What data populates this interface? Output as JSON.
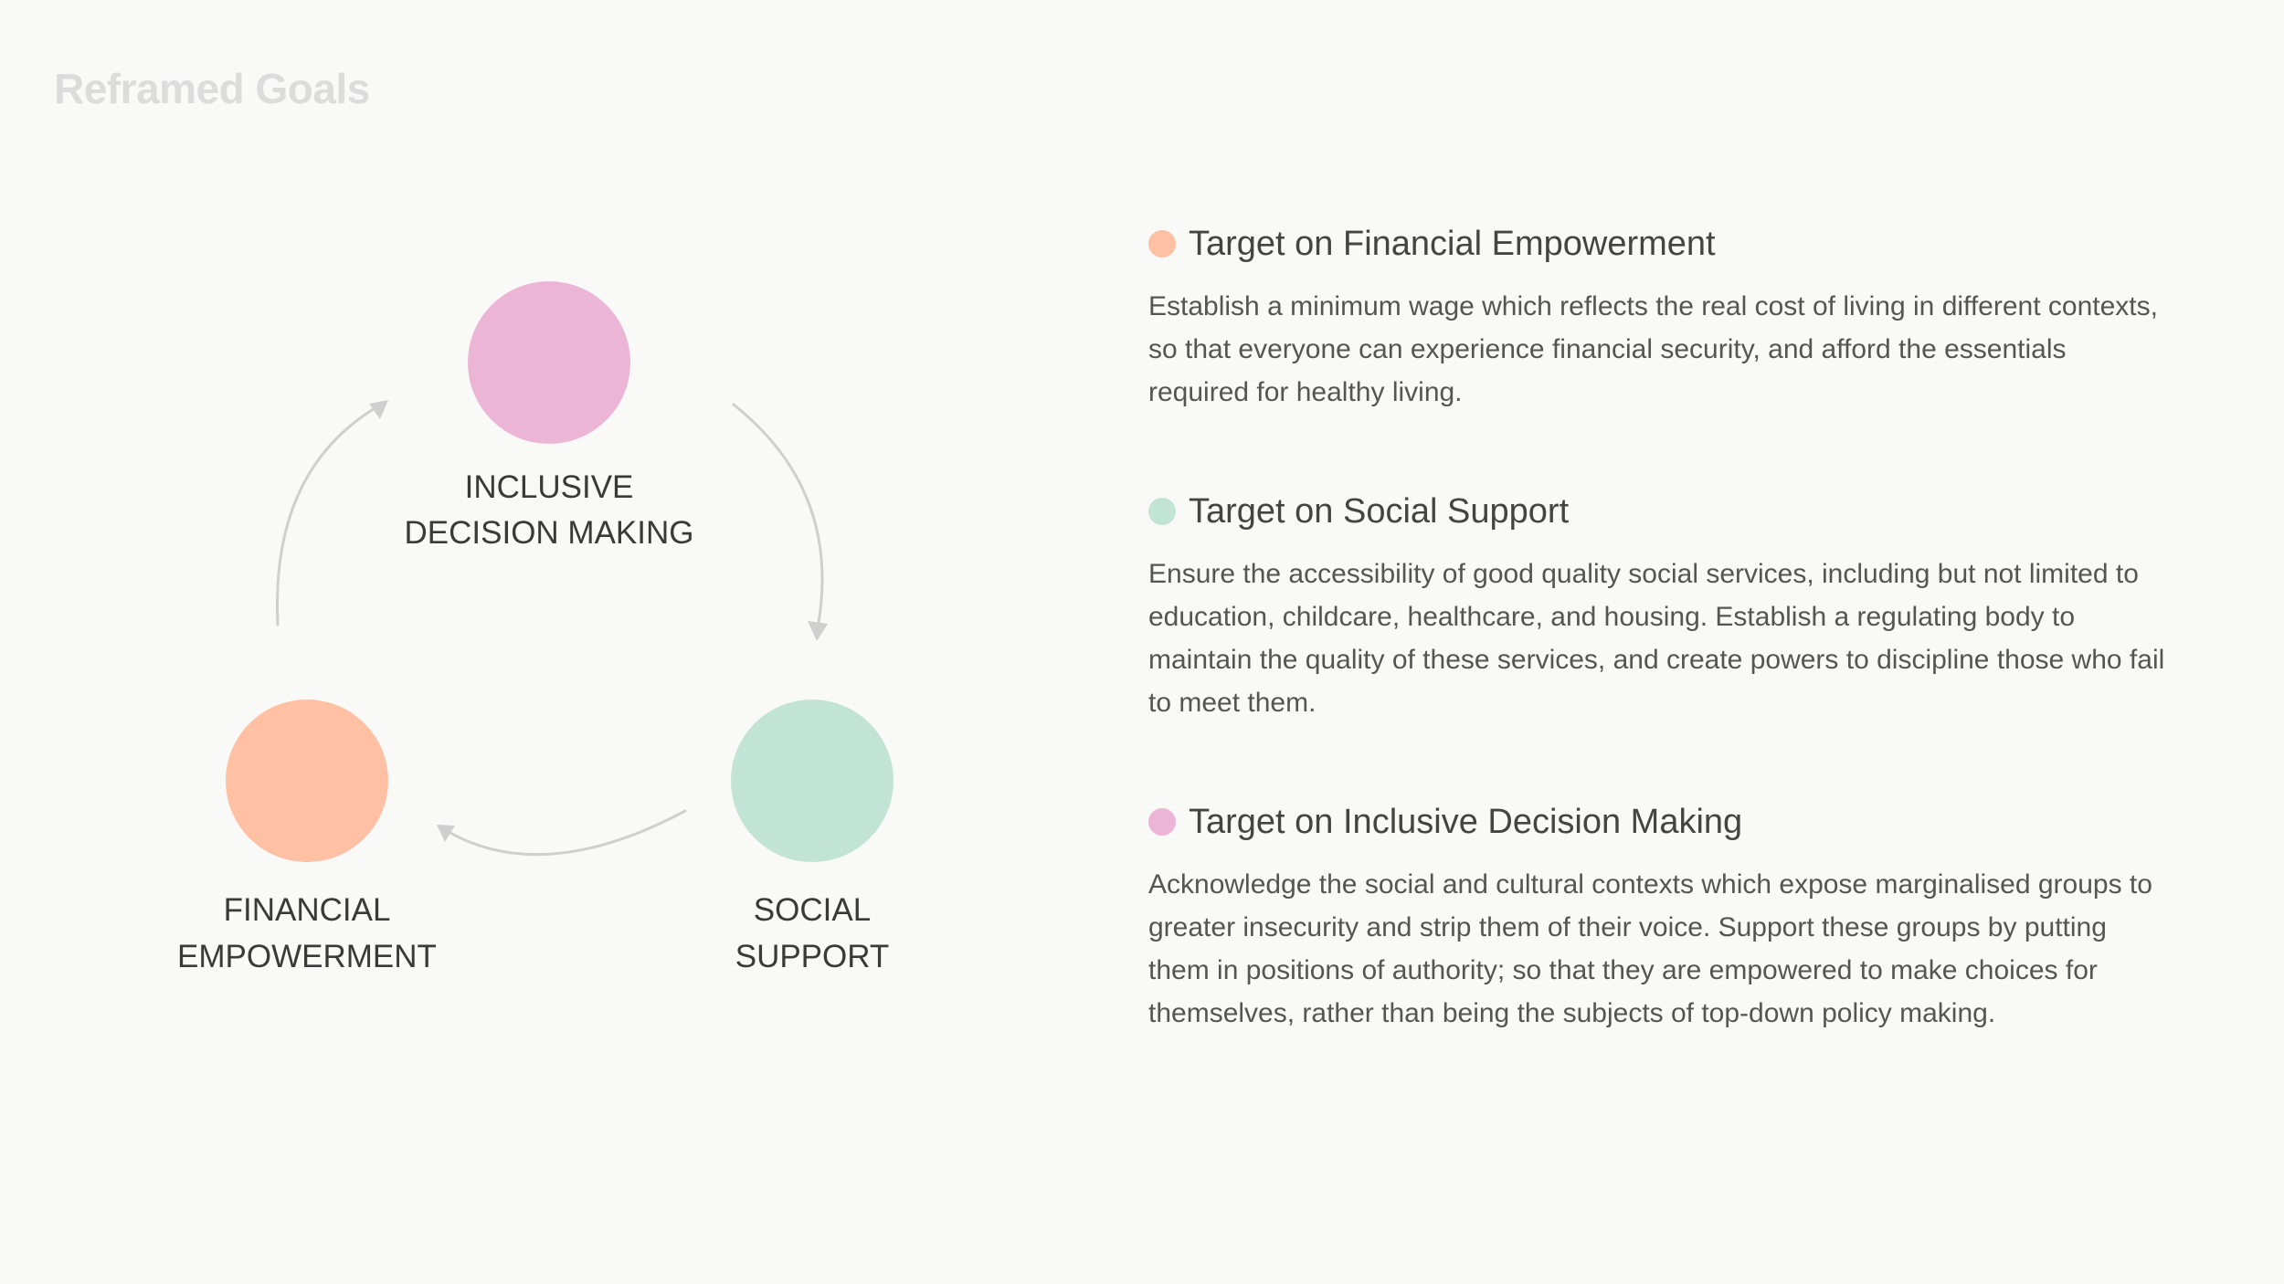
{
  "page_title": "Reframed Goals",
  "colors": {
    "financial": "#ffc0a3",
    "social": "#c2e4d4",
    "inclusive": "#edb5d5",
    "arrow": "#cfcfcf"
  },
  "diagram": {
    "nodes": [
      {
        "id": "inclusive",
        "lines": [
          "INCLUSIVE",
          "DECISION MAKING"
        ]
      },
      {
        "id": "social",
        "lines": [
          "SOCIAL",
          "SUPPORT"
        ]
      },
      {
        "id": "financial",
        "lines": [
          "FINANCIAL",
          "EMPOWERMENT"
        ]
      }
    ]
  },
  "targets": [
    {
      "title": "Target on Financial Empowerment",
      "color_key": "financial",
      "body": "Establish a minimum wage which reflects the real cost of living in different contexts, so that everyone can experience financial security, and afford the essentials required for healthy living."
    },
    {
      "title": "Target on Social Support",
      "color_key": "social",
      "body": "Ensure the accessibility of good quality social services, including but not limited to education, childcare, healthcare, and housing. Establish a regulating body to maintain the quality of these services, and create powers to discipline those who fail to meet them."
    },
    {
      "title": "Target on Inclusive Decision Making",
      "color_key": "inclusive",
      "body": "Acknowledge the social and cultural contexts which expose marginalised groups to greater insecurity and strip them of their voice. Support these groups by putting them in positions of authority; so that they are empowered to make choices for themselves, rather than being the subjects of top-down policy making."
    }
  ]
}
